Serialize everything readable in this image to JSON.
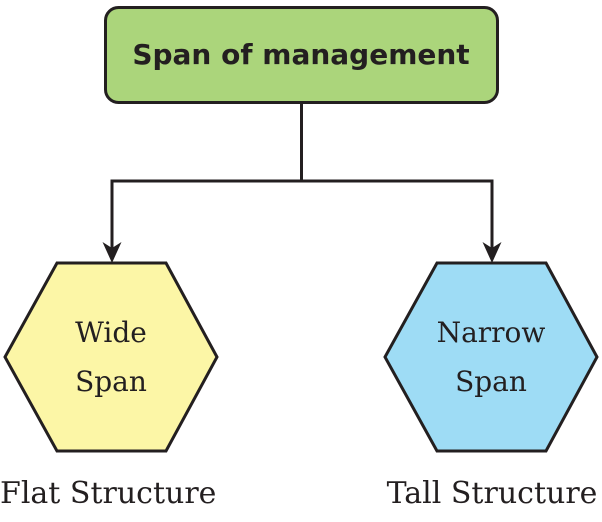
{
  "colors": {
    "ink": "#231f20",
    "root_fill": "#abd57b",
    "wide_fill": "#fcf6a6",
    "narrow_fill": "#9edcf5",
    "background": "#ffffff"
  },
  "root_node": {
    "label": "Span of management"
  },
  "branches": {
    "wide": {
      "lines": [
        "Wide",
        "Span"
      ],
      "caption": "Flat Structure"
    },
    "narrow": {
      "lines": [
        "Narrow",
        "Span"
      ],
      "caption": "Tall Structure"
    }
  }
}
